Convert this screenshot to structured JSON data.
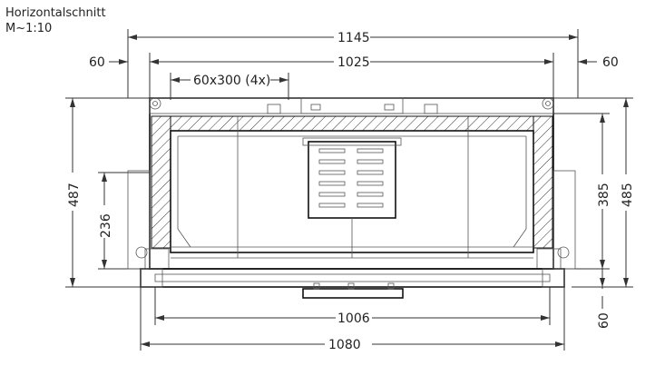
{
  "title": {
    "line1": "Horizontalschnitt",
    "line2": "M~1:10"
  },
  "dimensions": {
    "overall_width": "1145",
    "inner_width": "1025",
    "left_margin": "60",
    "right_margin": "60",
    "brick": "60x300  (4x)",
    "left_height": "487",
    "left_inner_height": "236",
    "right_inner_height": "385",
    "right_height": "485",
    "bottom_inner": "1006",
    "bottom_outer": "1080",
    "bottom_right": "60"
  }
}
